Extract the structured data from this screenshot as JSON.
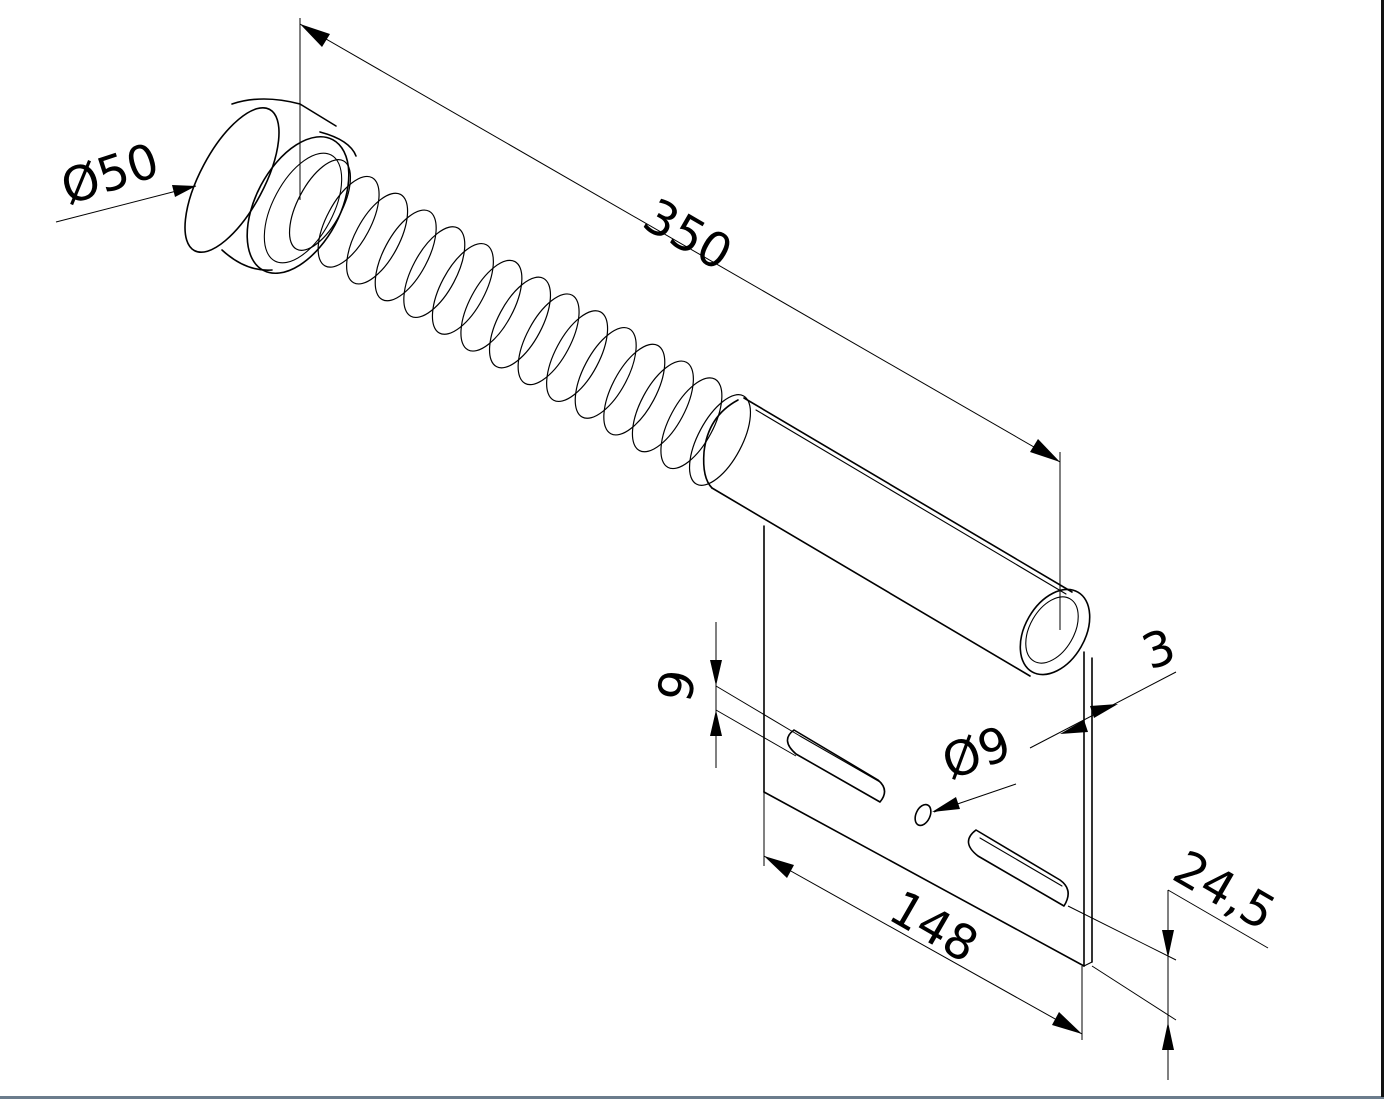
{
  "drawing": {
    "dimensions": {
      "diameter_head": "Ø50",
      "length_total": "350",
      "plate_thickness": "3",
      "slot_width": "9",
      "hole_diameter": "Ø9",
      "plate_width": "148",
      "offset": "24,5"
    }
  }
}
